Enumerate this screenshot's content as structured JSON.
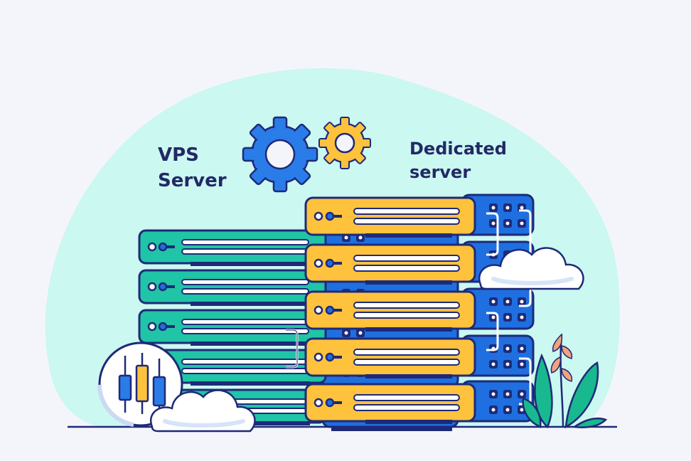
{
  "labels": {
    "vps_line1": "VPS",
    "vps_line2": "Server",
    "dedicated_line1": "Dedicated",
    "dedicated_line2": "server"
  },
  "colors": {
    "background": "#f4f5fb",
    "blob": "#cbf8f1",
    "outline": "#1e2a78",
    "vps_face": "#20c4a6",
    "dedicated_face": "#ffc23d",
    "server_blue": "#1f6fe0",
    "gear_large": "#2a7ce8",
    "gear_small": "#ffc23d",
    "text": "#232866",
    "plant": "#19b98f",
    "branch": "#f2a27d"
  },
  "icons": {
    "gears": "gear-icon",
    "stats": "candlestick-chart-icon",
    "clouds": "cloud-icon",
    "plant": "plant-icon"
  }
}
